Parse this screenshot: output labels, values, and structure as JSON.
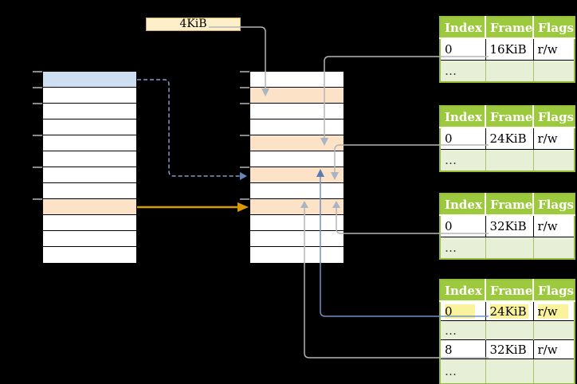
{
  "palette": {
    "background": "#000000",
    "row_white": "#ffffff",
    "row_blue": "#cfdff2",
    "row_orange": "#fce2c6",
    "label_bg": "#fcefc9",
    "label_border": "#d0ad5e",
    "table_header_bg": "#9dc93e",
    "table_border": "#94be3b",
    "table_alt_row": "#e8efd7",
    "highlight_yellow": "#fbf39c",
    "connector_gray": "#b5b5b5",
    "connector_arrow_gray": "#a9b4c4",
    "connector_blue": "#7191c2",
    "connector_arrow_blue": "#5b7cb0",
    "connector_dashed_blue": "#7d9fca",
    "connector_gold": "#d89c00",
    "tick_gray": "#8a8a8a"
  },
  "size_label": {
    "text": "4KiB"
  },
  "left_column": {
    "rows": [
      "blue",
      "white",
      "white",
      "white",
      "white",
      "white",
      "white",
      "white",
      "orange",
      "white",
      "white",
      "white"
    ],
    "ticks_at_rows": [
      0,
      1,
      2,
      4,
      6,
      8
    ]
  },
  "middle_column": {
    "rows": [
      "white",
      "orange",
      "white",
      "white",
      "orange",
      "white",
      "orange",
      "white",
      "orange",
      "white",
      "white",
      "white"
    ],
    "ticks_at_rows": [
      0,
      1,
      2,
      4,
      6,
      8
    ]
  },
  "tables": [
    {
      "headers": [
        "Index",
        "Frame",
        "Flags"
      ],
      "rows": [
        {
          "cells": [
            "0",
            "16KiB",
            "r/w"
          ],
          "variant": "data"
        },
        {
          "cells": [
            "…",
            "",
            ""
          ],
          "variant": "dots"
        }
      ]
    },
    {
      "headers": [
        "Index",
        "Frame",
        "Flags"
      ],
      "rows": [
        {
          "cells": [
            "0",
            "24KiB",
            "r/w"
          ],
          "variant": "data"
        },
        {
          "cells": [
            "…",
            "",
            ""
          ],
          "variant": "dots"
        }
      ]
    },
    {
      "headers": [
        "Index",
        "Frame",
        "Flags"
      ],
      "rows": [
        {
          "cells": [
            "0",
            "32KiB",
            "r/w"
          ],
          "variant": "data"
        },
        {
          "cells": [
            "…",
            "",
            ""
          ],
          "variant": "dots"
        }
      ]
    },
    {
      "headers": [
        "Index",
        "Frame",
        "Flags"
      ],
      "rows": [
        {
          "cells": [
            "0",
            "24KiB",
            "r/w"
          ],
          "variant": "data",
          "highlighted": true
        },
        {
          "cells": [
            "…",
            "",
            ""
          ],
          "variant": "dots"
        },
        {
          "cells": [
            "8",
            "32KiB",
            "r/w"
          ],
          "variant": "data"
        },
        {
          "cells": [
            "…",
            "",
            ""
          ],
          "variant": "dots"
        }
      ]
    }
  ]
}
